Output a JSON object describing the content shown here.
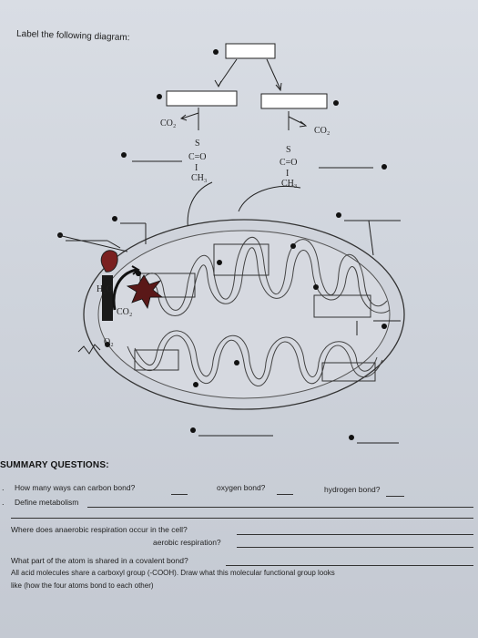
{
  "worksheet": {
    "title": "Label the following diagram:",
    "molecules": {
      "co2_left": "CO₂",
      "co2_right": "CO₂",
      "s_left": "S",
      "s_right": "S",
      "co_left": "C=O",
      "co_right": "C=O",
      "bar_left": "I",
      "bar_right": "I",
      "ch3_left": "CH₃",
      "ch3_right": "CH₃"
    },
    "diagram_labels": {
      "h2o": "H₂O",
      "co2_inner": "CO₂",
      "o2": "O₂"
    }
  },
  "summary": {
    "title": "SUMMARY QUESTIONS:",
    "q1": {
      "prefix": "How many ways can carbon bond?",
      "oxygen": "oxygen bond?",
      "hydrogen": "hydrogen bond?"
    },
    "q2": "Define metabolism",
    "q3": "Where does anaerobic respiration occur in the cell?",
    "q3b": "aerobic respiration?",
    "q4": "What part of the atom is shared in a covalent bond?",
    "q5a": "All acid molecules share a carboxyl group (-COOH). Draw what this molecular functional group looks",
    "q5b": "like (how the four atoms bond to each other)"
  }
}
